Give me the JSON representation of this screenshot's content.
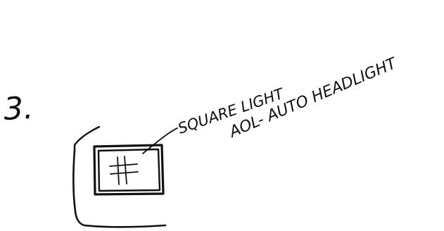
{
  "sketch": {
    "number_label": "3.",
    "callout_label": "SQUARE LIGHT",
    "note_label": "AOL- AUTO HEADLIGHT",
    "ink_color": "#111111",
    "background_color": "#ffffff",
    "symbol": "hash-mark"
  }
}
